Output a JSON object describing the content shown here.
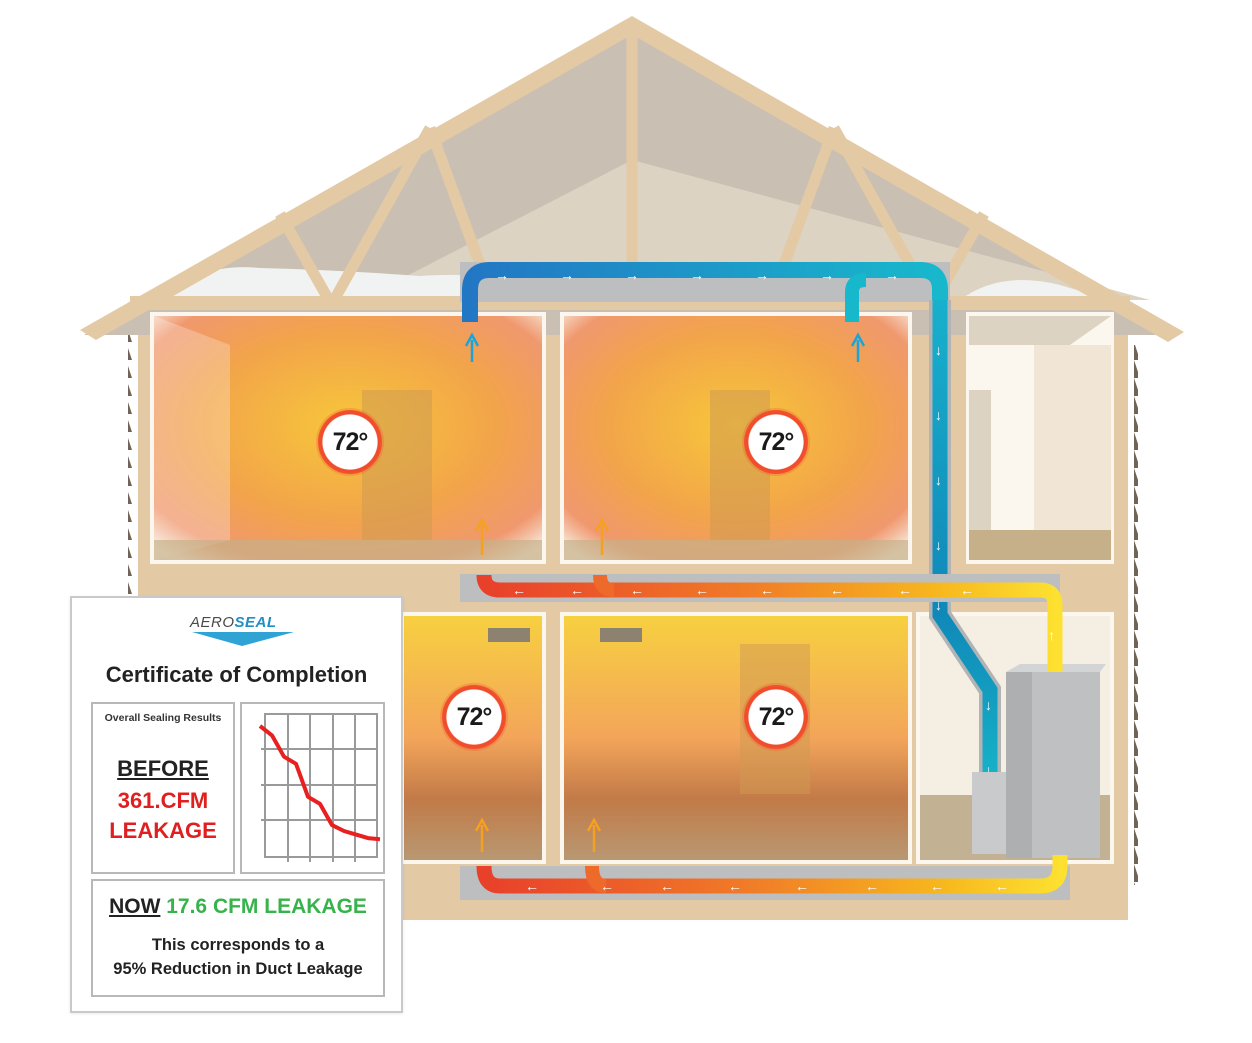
{
  "illustration": {
    "subject": "House cross-section showing sealed duct system",
    "rooms": [
      {
        "id": "upper-left",
        "temperature": "72°"
      },
      {
        "id": "upper-right",
        "temperature": "72°"
      },
      {
        "id": "lower-left",
        "temperature": "72°"
      },
      {
        "id": "lower-right",
        "temperature": "72°"
      }
    ],
    "colors": {
      "return_duct_start": "#2277c4",
      "return_duct_end": "#18b8cc",
      "supply_duct_hot": "#e8402a",
      "supply_duct_warm": "#f5a020",
      "supply_duct_cool": "#fde030",
      "frame": "#e3c9a4",
      "attic": "#c9c0b3",
      "furnace": "#bfc0c2",
      "room_glow": "#f5c93a"
    }
  },
  "certificate": {
    "logo_part1": "AERO",
    "logo_part2": "SEAL",
    "title": "Certificate of Completion",
    "results_label": "Overall Sealing Results",
    "before_label": "BEFORE",
    "before_value_line1": "361.CFM",
    "before_value_line2": "LEAKAGE",
    "now_label": "NOW",
    "now_value": "17.6 CFM LEAKAGE",
    "summary_line1": "This corresponds to a",
    "summary_line2": "95% Reduction in Duct Leakage",
    "colors": {
      "before": "#e02020",
      "now": "#36b34a",
      "logo_blue": "#1f8fc4"
    }
  },
  "chart_data": {
    "type": "line",
    "title": "",
    "xlabel": "",
    "ylabel": "",
    "x": [
      0,
      1,
      2,
      3,
      4,
      5,
      6,
      7,
      8,
      9,
      10
    ],
    "values": [
      100,
      92,
      74,
      68,
      40,
      34,
      16,
      11,
      8,
      5,
      4
    ],
    "grid": true,
    "note": "Decorative leakage-reduction curve, unlabeled axes"
  }
}
